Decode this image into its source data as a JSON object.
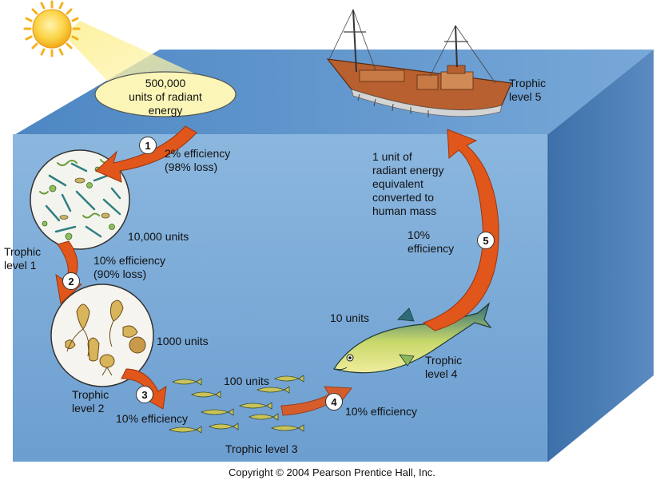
{
  "sun_energy": "500,000\nunits of radiant\nenergy",
  "steps": [
    {
      "number": "1",
      "efficiency": "2% efficiency\n(98% loss)"
    },
    {
      "number": "2",
      "efficiency": "10% efficiency\n(90% loss)"
    },
    {
      "number": "3",
      "efficiency": "10% efficiency"
    },
    {
      "number": "4",
      "efficiency": "10% efficiency"
    },
    {
      "number": "5",
      "efficiency": "10%\nefficiency"
    }
  ],
  "units": {
    "level1": "10,000 units",
    "level2": "1000 units",
    "level3": "100 units",
    "level4": "10 units",
    "level5": "1 unit of\nradiant energy\nequivalent\nconverted to\nhuman mass"
  },
  "trophic": {
    "level1": "Trophic\nlevel 1",
    "level2": "Trophic\nlevel 2",
    "level3": "Trophic level 3",
    "level4": "Trophic\nlevel 4",
    "level5": "Trophic\nlevel 5"
  },
  "copyright": "Copyright © 2004 Pearson Prentice Hall, Inc.",
  "colors": {
    "water_front": "#7eaed9",
    "water_top": "#5e95cc",
    "water_side": "#3f73ad",
    "arrow": "#e0561b",
    "sun": "#f7c02a",
    "ellipse": "#fbf6b8"
  }
}
